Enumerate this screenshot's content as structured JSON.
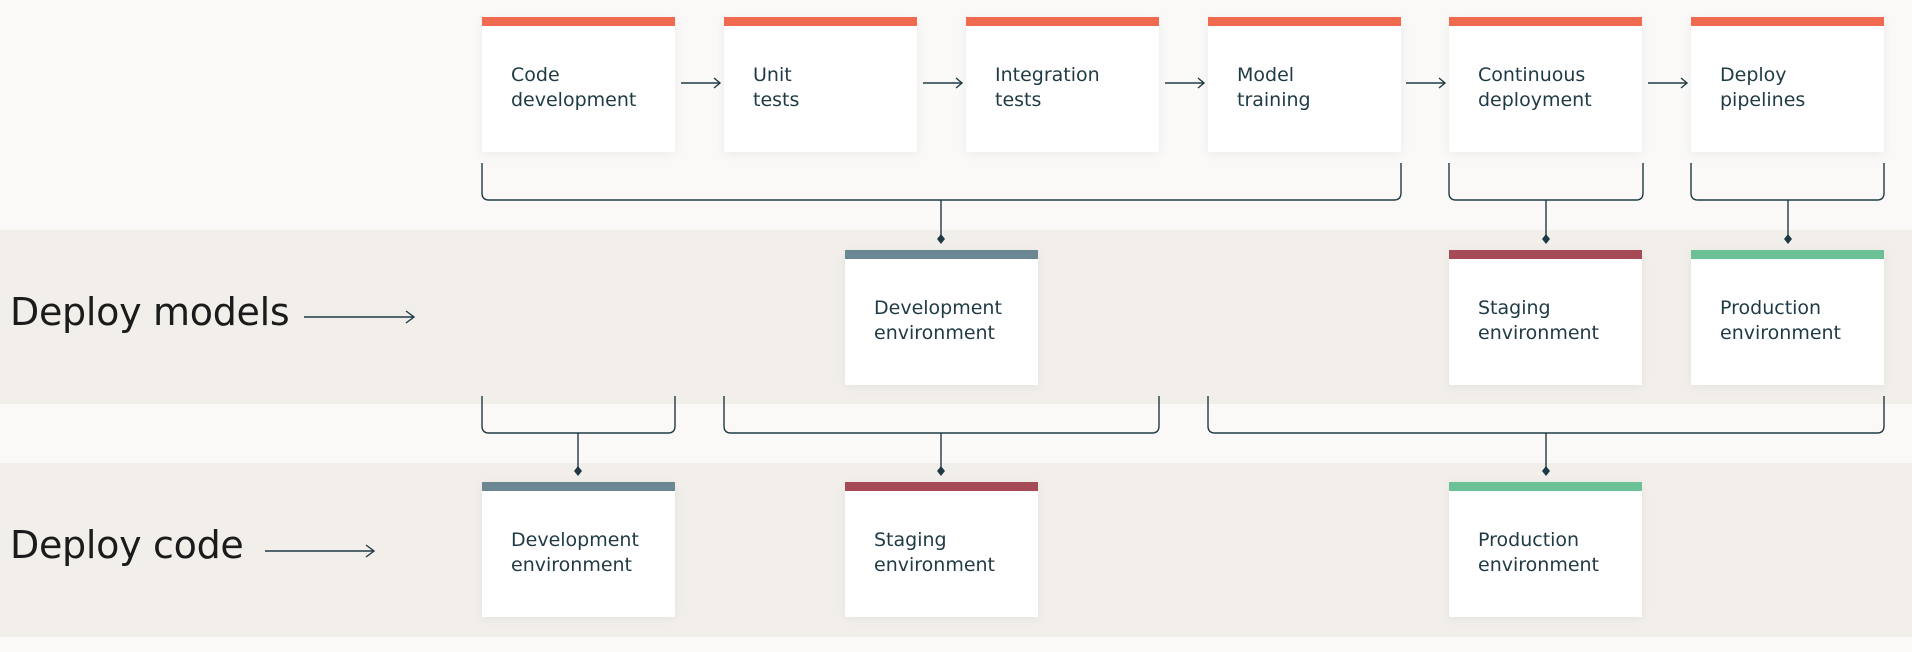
{
  "rows": {
    "models_label": "Deploy models",
    "code_label": "Deploy code"
  },
  "colors": {
    "pipeline": "#f06a50",
    "development": "#6b8794",
    "staging": "#a64a58",
    "production": "#6cc096",
    "line": "#1f3a45"
  },
  "pipeline": [
    {
      "label": "Code\ndevelopment"
    },
    {
      "label": "Unit\ntests"
    },
    {
      "label": "Integration\ntests"
    },
    {
      "label": "Model\ntraining"
    },
    {
      "label": "Continuous\ndeployment"
    },
    {
      "label": "Deploy\npipelines"
    }
  ],
  "model_environments": [
    {
      "label": "Development\nenvironment",
      "kind": "development"
    },
    {
      "label": "Staging\nenvironment",
      "kind": "staging"
    },
    {
      "label": "Production\nenvironment",
      "kind": "production"
    }
  ],
  "code_environments": [
    {
      "label": "Development\nenvironment",
      "kind": "development"
    },
    {
      "label": "Staging\nenvironment",
      "kind": "staging"
    },
    {
      "label": "Production\nenvironment",
      "kind": "production"
    }
  ]
}
